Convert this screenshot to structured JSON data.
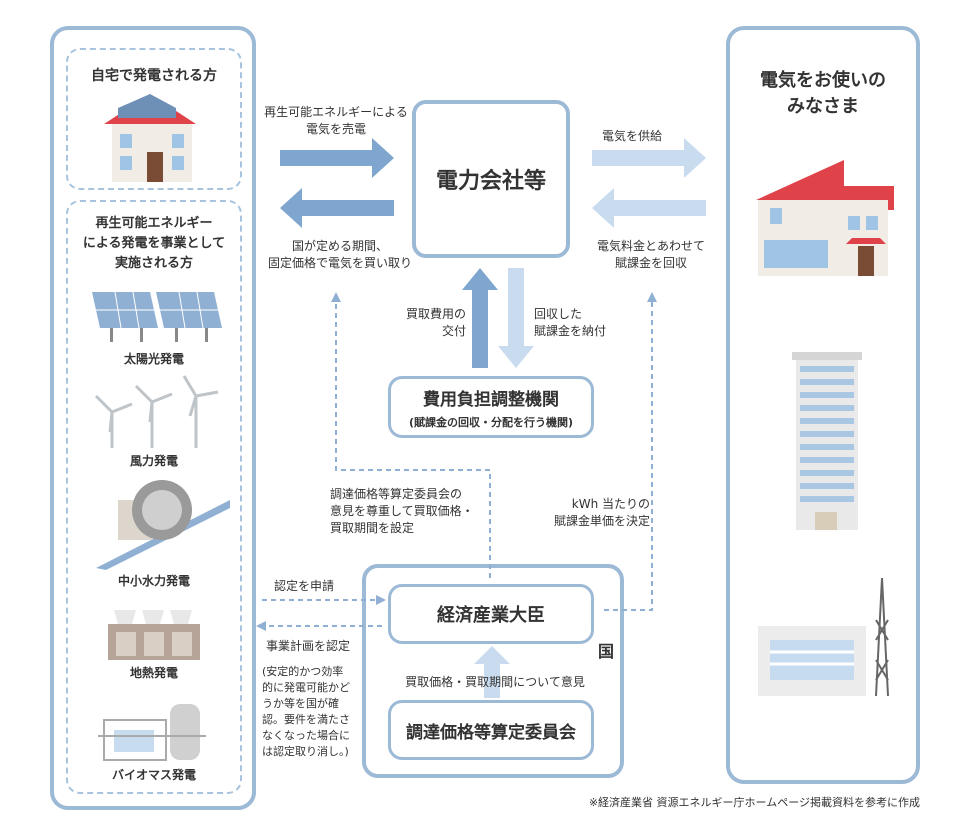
{
  "left": {
    "self_gen_title": "自宅で発電される方",
    "business_title": "再生可能エネルギー\nによる発電を事業として\n実施される方",
    "solar": "太陽光発電",
    "wind": "風力発電",
    "hydro": "中小水力発電",
    "geo": "地熱発電",
    "bio": "バイオマス発電"
  },
  "right": {
    "title": "電気をお使いの\nみなさま"
  },
  "center": {
    "power_company": "電力会社等",
    "cost_agency": "費用負担調整機関",
    "cost_agency_sub": "(賦課金の回収・分配を行う機関)",
    "minister": "経済産業大臣",
    "committee": "調達価格等算定委員会",
    "country": "国"
  },
  "arrows": {
    "sell": "再生可能エネルギーによる\n電気を売電",
    "buy": "国が定める期間、\n固定価格で電気を買い取り",
    "supply": "電気を供給",
    "collect": "電気料金とあわせて\n賦課金を回収",
    "grant": "買取費用の\n交付",
    "pay": "回収した\n賦課金を納付",
    "committee_opinion": "調達価格等算定委員会の\n意見を尊重して買取価格・\n買取期間を設定",
    "unit_price": "kWh 当たりの\n賦課金単価を決定",
    "apply": "認定を申請",
    "approve": "事業計画を認定",
    "approve_note": "(安定的かつ効率\n的に発電可能かど\nうか等を国が確\n認。要件を満たさ\nなくなった場合に\nは認定取り消し。)",
    "opinion": "買取価格・買取期間について意見"
  },
  "footnote": "※経済産業省 資源エネルギー庁ホームページ掲載資料を参考に作成",
  "colors": {
    "frame": "#9cb9d6",
    "arrow_dark": "#7ea6cf",
    "arrow_light": "#c9dcef",
    "roof": "#e0424a"
  }
}
